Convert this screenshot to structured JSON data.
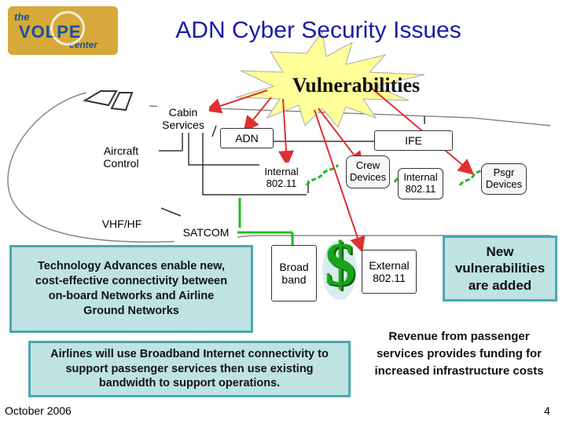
{
  "logo": {
    "text_top": "the",
    "text_main": "VOLPE",
    "text_sub": "center"
  },
  "title": "ADN Cyber Security Issues",
  "starburst_label": "Vulnerabilities",
  "nodes": {
    "cabin_services": "Cabin Services",
    "aircraft_control": "Aircraft Control",
    "adn": "ADN",
    "ife": "IFE",
    "internal_80211_a": "Internal 802.11",
    "crew_devices": "Crew Devices",
    "internal_80211_b": "Internal 802.11",
    "psgr_devices": "Psgr Devices",
    "vhf_hf": "VHF/HF",
    "satcom": "SATCOM",
    "broadband": "Broad band",
    "external_80211": "External 802.11"
  },
  "callouts": {
    "tech_advances": "Technology Advances enable new, cost-effective connectivity between on-board Networks and Airline Ground Networks",
    "new_vulnerabilities": "New vulnerabilities are added",
    "airlines_broadband": "Airlines will use Broadband Internet connectivity to support passenger services then use existing bandwidth to support operations.",
    "revenue": "Revenue from passenger services provides funding for increased infrastructure costs"
  },
  "dollar_sign": "$",
  "footer": {
    "date": "October 2006",
    "page_number": "4"
  },
  "colors": {
    "title": "#1a1aa6",
    "starburst_fill": "#ffff99",
    "arrow_red": "#e03030",
    "connector_green": "#22bb22",
    "callout_fill": "#bfe3e3",
    "callout_border": "#4aa9b0"
  }
}
